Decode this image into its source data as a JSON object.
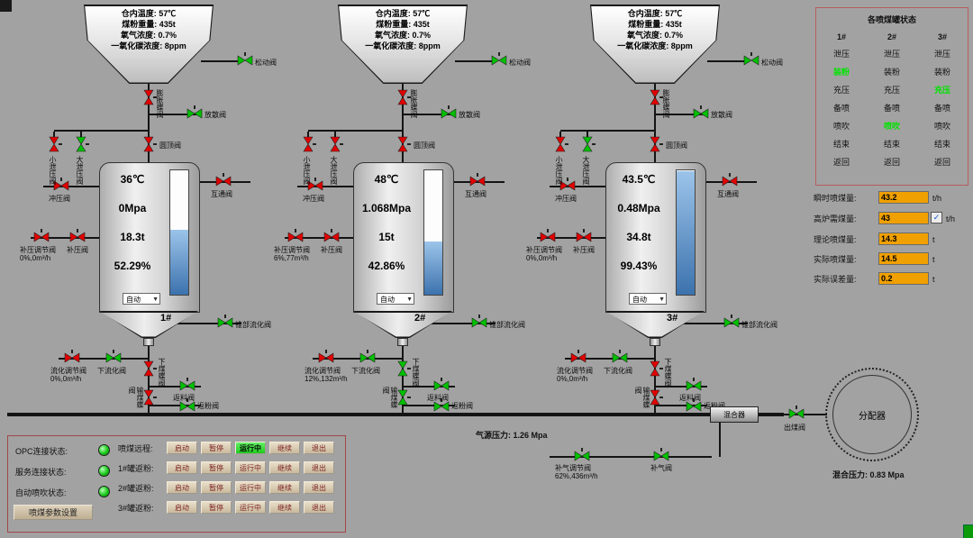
{
  "scene": {
    "background": "#a2a2a2"
  },
  "valve_labels": {
    "songdong": "松动阀",
    "pengzhang": "膨胀蝶阀",
    "fangsan": "放散阀",
    "xiaoxieya": "小泄压阀",
    "daxieya": "大泄压阀",
    "yuanding": "圆顶阀",
    "hutong": "互通阀",
    "chongya": "冲压阀",
    "buyatiaojie": "补压调节阀",
    "buya": "补压阀",
    "zhuibuliuhua": "锥部流化阀",
    "liuhuatiaojie": "流化调节阀",
    "xialiuhua": "下流化阀",
    "xiameidie": "下煤蝶阀",
    "fanliao": "返料阀",
    "shumeidie": "输煤蝶阀",
    "fanfen": "返粉阀"
  },
  "silos": [
    {
      "label": "1#",
      "info": [
        "仓内温度: 57℃",
        "煤粉重量: 435t",
        "氧气浓度: 0.7%",
        "一氧化碳浓度: 8ppm"
      ],
      "tank": {
        "temp": "36℃",
        "pressure": "0Mpa",
        "weight": "18.3t",
        "percent": "52.29%",
        "level": 52
      },
      "mode": "自动",
      "flows": {
        "buya": "0%,0m³/h",
        "liuhua": "0%,0m³/h"
      },
      "valves": {
        "songdong": "g",
        "pengzhang": "r",
        "fangsan": "g",
        "xiaoxieya": "r",
        "daxieya": "g",
        "yuanding": "r",
        "hutong": "r",
        "chongya": "r",
        "buyatiaojie": "r",
        "buya": "r",
        "zhuibuliuhua": "g",
        "liuhuatiaojie": "r",
        "xialiuhua": "g",
        "xiameidie": "r",
        "fanliao": "g",
        "shumeidie": "r",
        "fanfen": "g"
      }
    },
    {
      "label": "2#",
      "info": [
        "仓内温度: 57℃",
        "煤粉重量: 435t",
        "氧气浓度: 0.7%",
        "一氧化碳浓度: 8ppm"
      ],
      "tank": {
        "temp": "48℃",
        "pressure": "1.068Mpa",
        "weight": "15t",
        "percent": "42.86%",
        "level": 43
      },
      "mode": "自动",
      "flows": {
        "buya": "6%,77m³/h",
        "liuhua": "12%,132m³/h"
      },
      "valves": {
        "songdong": "g",
        "pengzhang": "r",
        "fangsan": "g",
        "xiaoxieya": "r",
        "daxieya": "r",
        "yuanding": "r",
        "hutong": "r",
        "chongya": "r",
        "buyatiaojie": "r",
        "buya": "r",
        "zhuibuliuhua": "g",
        "liuhuatiaojie": "r",
        "xialiuhua": "g",
        "xiameidie": "g",
        "fanliao": "g",
        "shumeidie": "g",
        "fanfen": "g"
      }
    },
    {
      "label": "3#",
      "info": [
        "仓内温度: 57℃",
        "煤粉重量: 435t",
        "氧气浓度: 0.7%",
        "一氧化碳浓度: 8ppm"
      ],
      "tank": {
        "temp": "43.5℃",
        "pressure": "0.48Mpa",
        "weight": "34.8t",
        "percent": "99.43%",
        "level": 99
      },
      "mode": "自动",
      "flows": {
        "buya": "0%,0m³/h",
        "liuhua": "0%,0m³/h"
      },
      "valves": {
        "songdong": "g",
        "pengzhang": "r",
        "fangsan": "g",
        "xiaoxieya": "r",
        "daxieya": "g",
        "yuanding": "r",
        "hutong": "r",
        "chongya": "r",
        "buyatiaojie": "r",
        "buya": "r",
        "zhuibuliuhua": "g",
        "liuhuatiaojie": "r",
        "xialiuhua": "g",
        "xiameidie": "r",
        "fanliao": "g",
        "shumeidie": "r",
        "fanfen": "g"
      }
    }
  ],
  "status_panel": {
    "title": "各喷煤罐状态",
    "columns": [
      "1#",
      "2#",
      "3#"
    ],
    "states": [
      "泄压",
      "装粉",
      "充压",
      "备喷",
      "喷吹",
      "结束",
      "返回"
    ],
    "active": [
      "装粉",
      "喷吹",
      "充压"
    ]
  },
  "metrics": {
    "rows": [
      {
        "label": "瞬时喷煤量:",
        "value": "43.2",
        "unit": "t/h"
      },
      {
        "label": "高炉需煤量:",
        "value": "43",
        "unit": "t/h"
      },
      {
        "label": "理论喷煤量:",
        "value": "14.3",
        "unit": "t"
      },
      {
        "label": "实际喷煤量:",
        "value": "14.5",
        "unit": "t"
      },
      {
        "label": "实际误差量:",
        "value": "0.2",
        "unit": "t"
      }
    ],
    "check_glyph": "✓"
  },
  "control_panel": {
    "statuses": [
      {
        "label": "OPC连接状态:"
      },
      {
        "label": "服务连接状态:"
      },
      {
        "label": "自动喷吹状态:"
      }
    ],
    "param_button": "喷煤参数设置",
    "buttons": [
      "启动",
      "暂停",
      "运行中",
      "继续",
      "退出"
    ],
    "rows": [
      {
        "label": "喷煤远程:",
        "active": "运行中"
      },
      {
        "label": "1#罐返粉:",
        "active": ""
      },
      {
        "label": "2#罐返粉:",
        "active": ""
      },
      {
        "label": "3#罐返粉:",
        "active": ""
      }
    ]
  },
  "pipeline": {
    "source_pressure": "气源压力: 1.26 Mpa",
    "mixer": "混合器",
    "buqi_reg_label": "补气调节阀",
    "buqi_reg_flow": "62%,436m³/h",
    "buqi_label": "补气阀",
    "chumei_label": "出煤阀",
    "distributor": "分配器",
    "mix_pressure": "混合压力: 0.83 Mpa"
  }
}
